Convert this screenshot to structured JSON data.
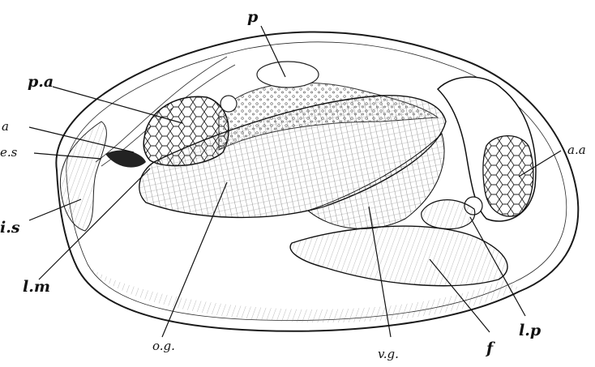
{
  "figure": {
    "labels": {
      "p": "p",
      "pa": "p.a",
      "a": "a",
      "es": "e.s",
      "is": "i.s",
      "lm": "l.m",
      "og": "o.g.",
      "vg": "v.g.",
      "f": "f",
      "lp": "l.p",
      "aa": "a.a"
    }
  }
}
